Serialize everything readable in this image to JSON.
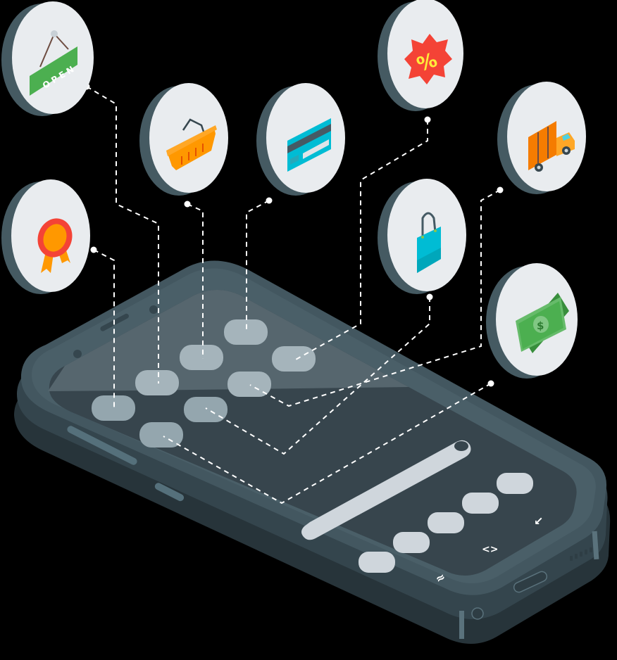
{
  "illustration": {
    "subject": "isometric smartphone with floating e-commerce icons",
    "background": "#000000"
  },
  "colors": {
    "disc_face": "#e9ecef",
    "disc_side": "#455a62",
    "phone_body": "#3f525b",
    "phone_edge": "#2b3a40",
    "phone_bezel": "#4a5f68",
    "screen_top": "#56666e",
    "screen_bottom": "#37454d",
    "app_icon_top": "#a5b4bb",
    "app_icon_bottom": "#94a6ae",
    "dock_icon": "#cfd6dc",
    "connector": "#ffffff",
    "green": "#4caf50",
    "orange": "#ff9800",
    "red": "#f44336",
    "cyan": "#00bcd4",
    "yellow": "#ffeb3b"
  },
  "floating_icons": [
    {
      "name": "open-sign",
      "label": "OPEN"
    },
    {
      "name": "award-badge"
    },
    {
      "name": "shopping-basket"
    },
    {
      "name": "credit-card"
    },
    {
      "name": "discount-tag",
      "label": "%"
    },
    {
      "name": "delivery-truck"
    },
    {
      "name": "shopping-bag"
    },
    {
      "name": "cash-money",
      "label": "$"
    }
  ],
  "phone": {
    "app_icon_count": 8,
    "dock_icon_count": 5,
    "nav_buttons": {
      "back": "↙",
      "home": "<>",
      "recent": "≈"
    }
  }
}
